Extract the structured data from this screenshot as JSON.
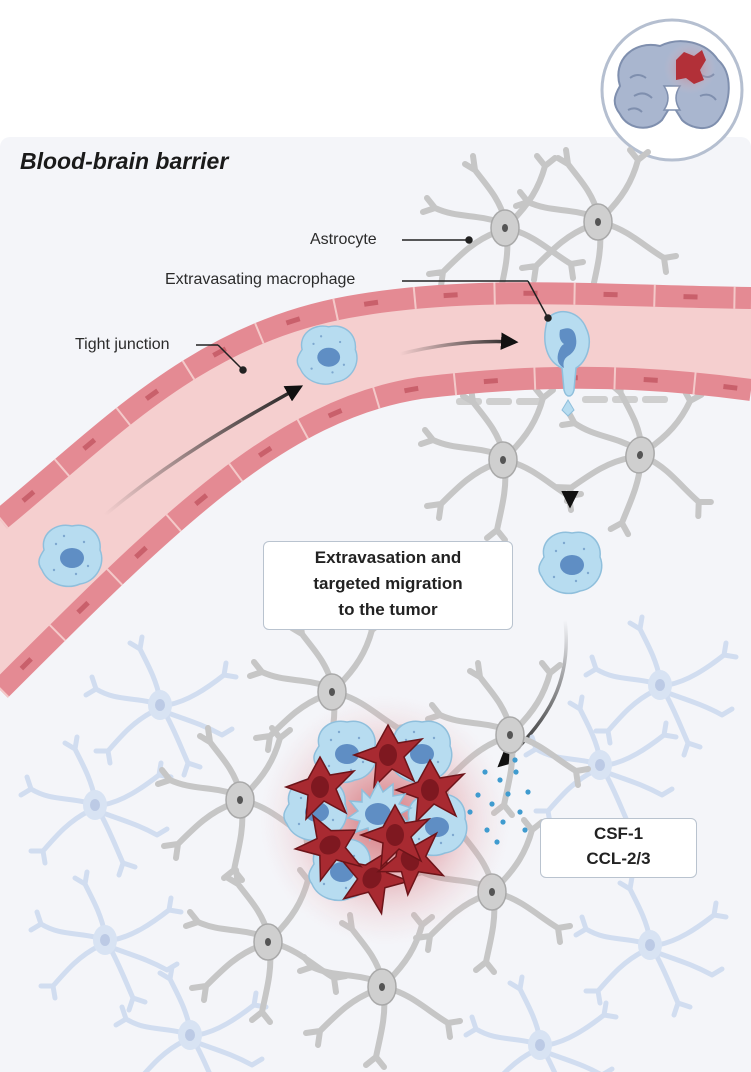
{
  "title": "Blood-brain barrier",
  "labels": {
    "astrocyte": "Astrocyte",
    "extravasating_macrophage": "Extravasating macrophage",
    "tight_junction": "Tight junction"
  },
  "migration_box": {
    "lines": [
      "Extravasation and",
      "targeted migration",
      "to the tumor"
    ]
  },
  "cytokine_box": {
    "lines": [
      "CSF-1",
      "CCL-2/3"
    ]
  },
  "icons": [
    "brain-tumor-icon",
    "astrocyte-cell",
    "macrophage-cell",
    "blood-vessel",
    "tumor-mass"
  ],
  "colors": {
    "vessel_wall": "#e88c95",
    "vessel_lumen": "#f6d3d3",
    "macrophage": "#a9d2ea",
    "tumor": "#b52f36",
    "astrocyte_grey": "#c9c9c9",
    "astrocyte_blue": "#c9d9ef",
    "cytokine": "#3f9bcf"
  }
}
